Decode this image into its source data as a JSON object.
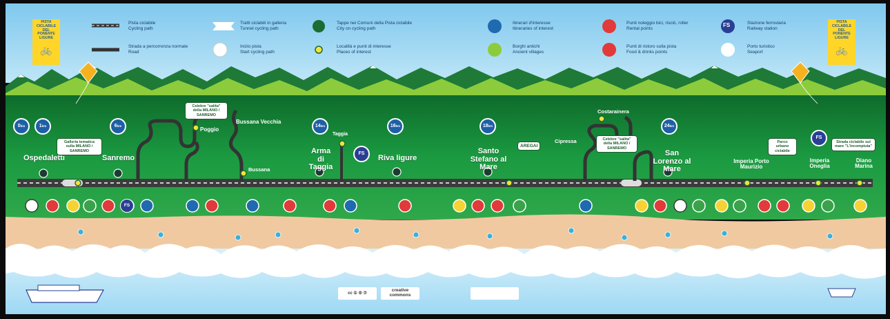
{
  "legend": {
    "cycling_path": {
      "line1": "Pista ciclabile",
      "line2": "Cycling path"
    },
    "road": {
      "line1": "Strada a percorrenza normale",
      "line2": "Road"
    },
    "tunnel": {
      "line1": "Tratti ciclabili in galleria",
      "line2": "Tunnel cycling path"
    },
    "start": {
      "line1": "Inizio pista",
      "line2": "Start cycling path"
    },
    "city": {
      "line1": "Tappe nei Comuni della Pista ciclabile",
      "line2": "City on cycling path"
    },
    "places": {
      "line1": "Località e punti di interesse",
      "line2": "Places of interest"
    },
    "itineraries": {
      "line1": "Itinerari d'interesse",
      "line2": "Itineraries of interest"
    },
    "villages": {
      "line1": "Borghi antichi",
      "line2": "Ancient villages"
    },
    "rental": {
      "line1": "Punti noleggio bici, risciò, roller",
      "line2": "Rental points"
    },
    "food": {
      "line1": "Punti di ristoro sulla pista",
      "line2": "Food & drinks points"
    },
    "station": {
      "line1": "Stazione ferroviaria",
      "line2": "Railway station"
    },
    "seaport": {
      "line1": "Porto turistico",
      "line2": "Seaport"
    }
  },
  "logo": {
    "line1": "PISTA",
    "line2": "CICLABILE",
    "line3": "DEL PONENTE",
    "line4": "LIGURE"
  },
  "places": {
    "ospedaletti": "Ospedaletti",
    "sanremo": "Sanremo",
    "poggio": "Poggio",
    "bussana_vecchia": "Bussana Vecchia",
    "bussana": "Bussana",
    "arma": "Arma di Taggia",
    "taggia": "Taggia",
    "riva": "Riva ligure",
    "santo_stefano": "Santo Stefano al Mare",
    "aregai": "AREGAI",
    "cipressa": "Cipressa",
    "costarainera": "Costarainera",
    "san_lorenzo": "San Lorenzo al Mare",
    "imperia_pm": "Imperia Porto Maurizio",
    "imperia_on": "Imperia Oneglia",
    "diano": "Diano Marina"
  },
  "callouts": {
    "galleria": "Galleria tematica sulla MILANO / SANREMO",
    "salita1": "Celebre \"salita\" della MILANO / SANREMO",
    "salita2": "Celebre \"salita\" della MILANO / SANREMO",
    "parco": "Parco urbano ciclabile",
    "strada": "Strada ciclabile sul mare \"L'incompiuta\""
  },
  "km_markers": [
    {
      "value": "0",
      "unit": "km"
    },
    {
      "value": "1",
      "unit": "km"
    },
    {
      "value": "6",
      "unit": "km"
    },
    {
      "value": "14",
      "unit": "km"
    },
    {
      "value": "16",
      "unit": "km"
    },
    {
      "value": "18",
      "unit": "km"
    },
    {
      "value": "24",
      "unit": "km"
    }
  ],
  "station_label": "FS",
  "footer": {
    "cc_text": "creative commons",
    "cc_badge": "cc ① ⑤ ⑦"
  },
  "colors": {
    "sky": "#8fd2f0",
    "mountain_dark": "#1e7a36",
    "mountain_light": "#8ccc3c",
    "grass": "#1b8a3a",
    "road": "#3b3b3b",
    "sand": "#f0c9a1",
    "sea": "#bfe6f7",
    "foam": "#ffffff",
    "km_blue": "#1f5fa6",
    "village_yellow": "#f6d234",
    "rental_red": "#e2393a",
    "itinerary_blue": "#1f6ab0",
    "seaport_green": "#3aa24a",
    "logo_yellow": "#ffd628"
  }
}
